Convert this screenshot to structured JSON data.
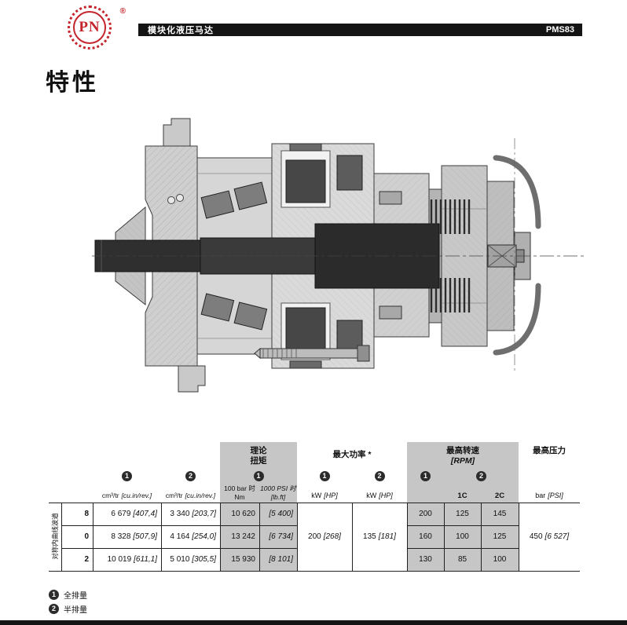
{
  "header": {
    "logo": {
      "text": "PN",
      "reg": "®"
    },
    "title": "模块化液压马达",
    "model": "PMS83"
  },
  "page_title": "特性",
  "table": {
    "axis_label": "对称内曲线波道",
    "disp": {
      "badge1": "1",
      "badge2": "2",
      "unit": "cm³/tr",
      "unit_alt": "[cu.in/rev.]"
    },
    "torque": {
      "title1": "理论",
      "title2": "扭矩",
      "badge": "1",
      "col1_l1": "100 bar 时",
      "col1_l2": "Nm",
      "col2_l1": "1000 PSI 时",
      "col2_l2": "[lb.ft]"
    },
    "power": {
      "title": "最大功率 *",
      "badge1": "1",
      "badge2": "2",
      "unit": "kW",
      "unit_alt": "[HP]",
      "v1": "200",
      "v1_alt": "[268]",
      "v2": "135",
      "v2_alt": "[181]"
    },
    "speed": {
      "title": "最高转速",
      "title_alt": "[RPM]",
      "badge1": "1",
      "badge2": "2",
      "sub1": "1C",
      "sub2": "2C"
    },
    "pressure": {
      "title": "最高压力",
      "unit": "bar",
      "unit_alt": "[PSI]",
      "v": "450",
      "v_alt": "[6 527]"
    },
    "rows": [
      {
        "key": "8",
        "d1": "6 679",
        "d1a": "[407,4]",
        "d2": "3 340",
        "d2a": "[203,7]",
        "tq": "10 620",
        "tqa": "[5 400]",
        "s0": "200",
        "s1": "125",
        "s2": "145"
      },
      {
        "key": "0",
        "d1": "8 328",
        "d1a": "[507,9]",
        "d2": "4 164",
        "d2a": "[254,0]",
        "tq": "13 242",
        "tqa": "[6 734]",
        "s0": "160",
        "s1": "100",
        "s2": "125"
      },
      {
        "key": "2",
        "d1": "10 019",
        "d1a": "[611,1]",
        "d2": "5 010",
        "d2a": "[305,5]",
        "tq": "15 930",
        "tqa": "[8 101]",
        "s0": "130",
        "s1": "85",
        "s2": "100"
      }
    ]
  },
  "footnotes": [
    {
      "badge": "1",
      "text": "全排量"
    },
    {
      "badge": "2",
      "text": "半排量"
    }
  ],
  "colors": {
    "accent_red": "#c4242b",
    "bar_black": "#141414",
    "table_gray": "#c6c6c6"
  }
}
